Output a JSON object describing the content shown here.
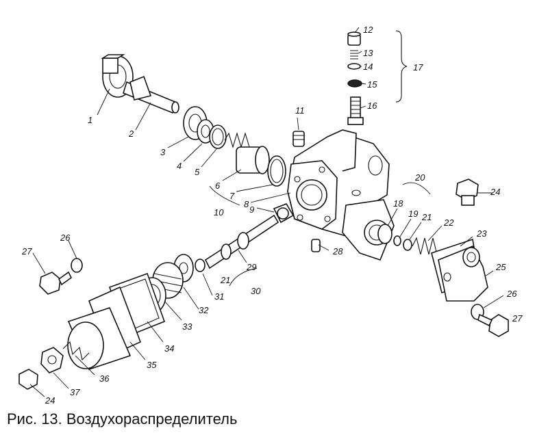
{
  "caption": "Рис. 13. Воздухораспределитель",
  "callouts": [
    "1",
    "2",
    "3",
    "4",
    "5",
    "6",
    "7",
    "8",
    "9",
    "10",
    "11",
    "12",
    "13",
    "14",
    "15",
    "16",
    "17",
    "18",
    "19",
    "20",
    "21",
    "22",
    "23",
    "24",
    "25",
    "26",
    "27",
    "28",
    "29",
    "30",
    "31",
    "32",
    "33",
    "34",
    "35",
    "36",
    "37"
  ]
}
